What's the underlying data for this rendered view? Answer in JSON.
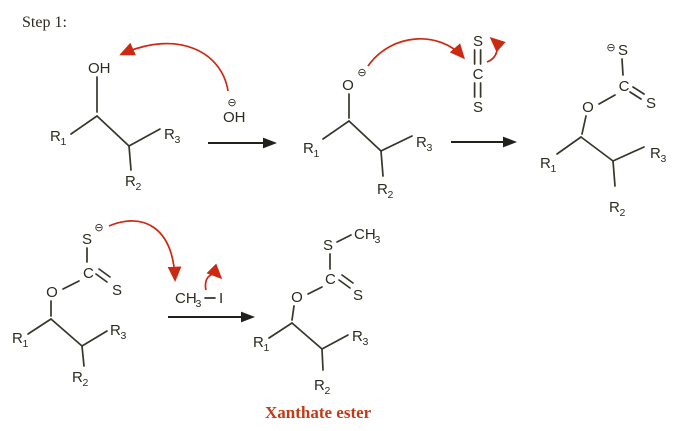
{
  "step_label": "Step 1:",
  "caption": "Xanthate ester",
  "atoms": {
    "hydroxyl": "OH",
    "oxygen": "O",
    "sulfur": "S",
    "carbon": "C",
    "methyl": "CH",
    "iodine": "I",
    "r": "R",
    "sub_one": "1",
    "sub_two": "2",
    "sub_three": "3",
    "charge_minus": "⊖"
  },
  "colors": {
    "background": "#ffffff",
    "bond": "#37362a",
    "atom_text": "#2c2b20",
    "arrow_red": "#cc2912",
    "caption_red": "#c23b16",
    "reaction_arrow": "#21201a"
  }
}
